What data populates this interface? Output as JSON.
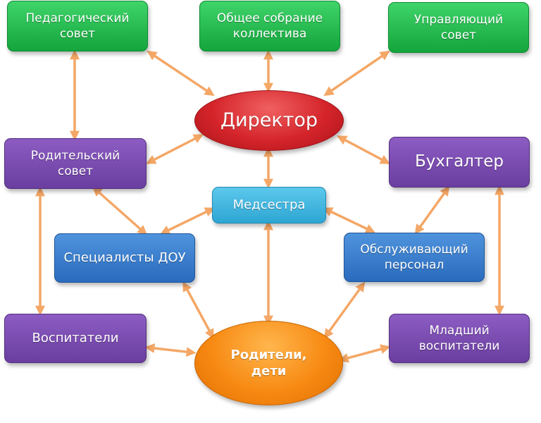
{
  "colors": {
    "arrow": "#f4a766",
    "green": "#1fb74a",
    "purple": "#7a4bb0",
    "blue": "#3a7fd0",
    "cyan": "#3fb8e2",
    "red": "#d92b2f",
    "orange": "#f7941d"
  },
  "nodes": {
    "ped_sovet": "Педагогический\nсовет",
    "obshchee_sobranie": "Общее собрание\nколлектива",
    "upravl_sovet": "Управляющий\nсовет",
    "direktor": "Директор",
    "rod_sovet": "Родительский\nсовет",
    "buhgalter": "Бухгалтер",
    "medsestra": "Медсестра",
    "specialisty": "Специалисты ДОУ",
    "obsluzh": "Обслуживающий\nперсонал",
    "vospitateli": "Воспитатели",
    "roditeli": "Родители,\nдети",
    "mladshiy": "Младший\nвоспитатели"
  }
}
